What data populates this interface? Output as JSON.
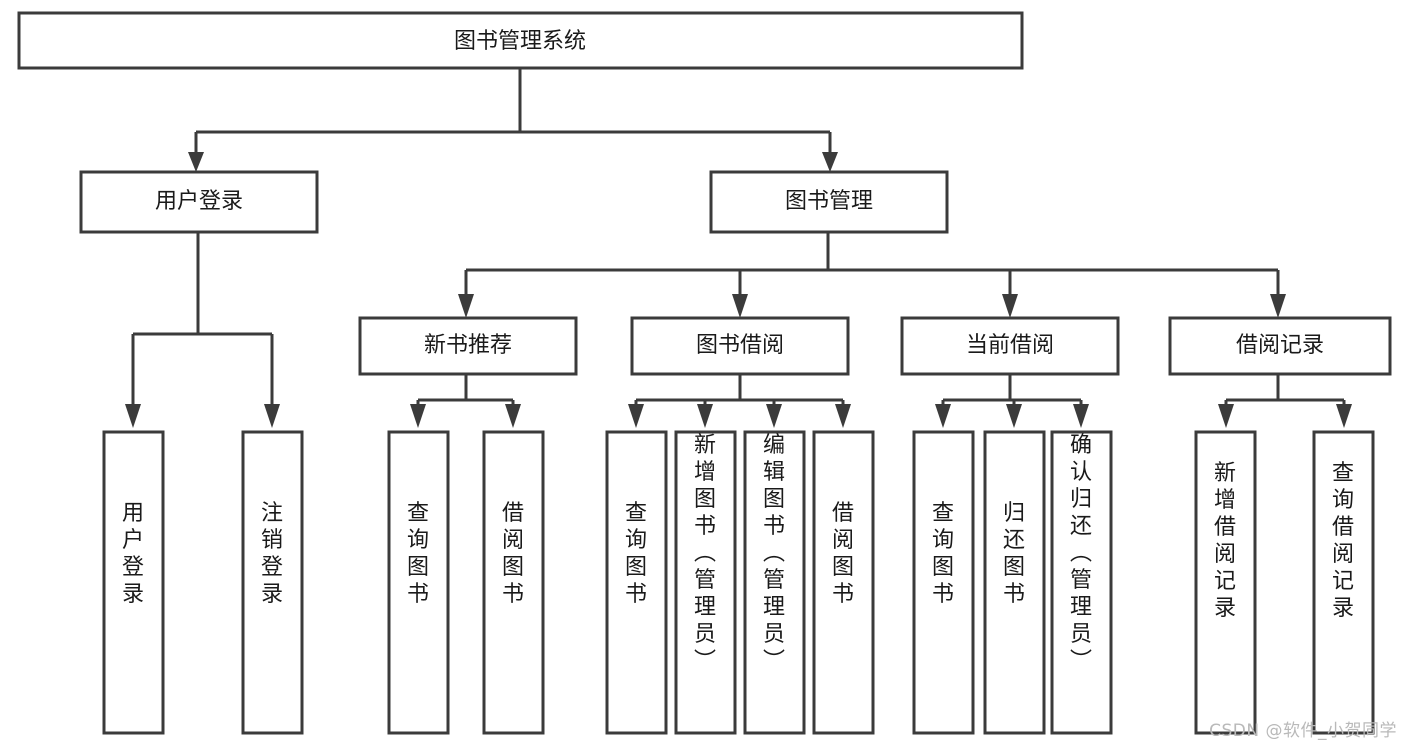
{
  "diagram": {
    "type": "hierarchy-tree",
    "title": "图书管理系统",
    "orientation": "top-down",
    "colors": {
      "box_fill": "#ffffff",
      "box_stroke": "#3b3b3b",
      "text": "#1a1a1a",
      "background": "#ffffff",
      "watermark": "#b9b9b9"
    },
    "root": {
      "id": "root",
      "label": "图书管理系统",
      "level": 0
    },
    "level2": [
      {
        "id": "user-login",
        "label": "用户登录",
        "level": 1
      },
      {
        "id": "book-manage",
        "label": "图书管理",
        "level": 1
      }
    ],
    "level3": [
      {
        "id": "new-book-recommend",
        "label": "新书推荐",
        "level": 2,
        "parent": "book-manage"
      },
      {
        "id": "book-borrow",
        "label": "图书借阅",
        "level": 2,
        "parent": "book-manage"
      },
      {
        "id": "current-borrow",
        "label": "当前借阅",
        "level": 2,
        "parent": "book-manage"
      },
      {
        "id": "borrow-record",
        "label": "借阅记录",
        "level": 2,
        "parent": "book-manage"
      }
    ],
    "leaves": [
      {
        "id": "leaf-user-login",
        "label": "用户登录",
        "parent": "user-login"
      },
      {
        "id": "leaf-logout-login",
        "label": "注销登录",
        "parent": "user-login"
      },
      {
        "id": "leaf-query-book-1",
        "label": "查询图书",
        "parent": "new-book-recommend"
      },
      {
        "id": "leaf-borrow-book-1",
        "label": "借阅图书",
        "parent": "new-book-recommend"
      },
      {
        "id": "leaf-query-book-2",
        "label": "查询图书",
        "parent": "book-borrow"
      },
      {
        "id": "leaf-add-book",
        "label": "新增图书（管理员）",
        "parent": "book-borrow"
      },
      {
        "id": "leaf-edit-book",
        "label": "编辑图书（管理员）",
        "parent": "book-borrow"
      },
      {
        "id": "leaf-borrow-book-2",
        "label": "借阅图书",
        "parent": "book-borrow"
      },
      {
        "id": "leaf-query-book-3",
        "label": "查询图书",
        "parent": "current-borrow"
      },
      {
        "id": "leaf-return-book",
        "label": "归还图书",
        "parent": "current-borrow"
      },
      {
        "id": "leaf-confirm-return",
        "label": "确认归还（管理员）",
        "parent": "current-borrow"
      },
      {
        "id": "leaf-add-record",
        "label": "新增借阅记录",
        "parent": "borrow-record"
      },
      {
        "id": "leaf-query-record",
        "label": "查询借阅记录",
        "parent": "borrow-record"
      }
    ],
    "watermark": "CSDN @软件_小贺同学"
  }
}
